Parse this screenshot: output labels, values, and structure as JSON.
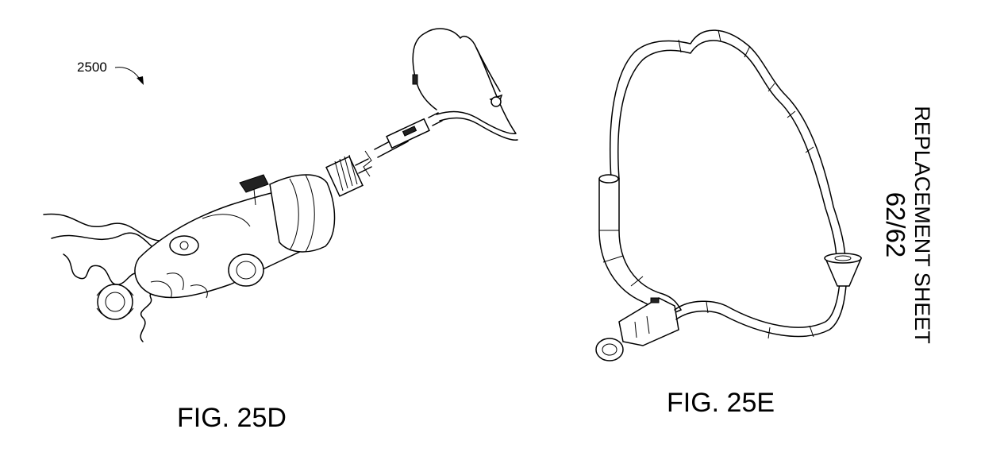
{
  "sheet": {
    "label": "REPLACEMENT SHEET",
    "number": "62/62"
  },
  "figures": [
    {
      "caption": "FIG. 25D",
      "reference_numeral": "2500"
    },
    {
      "caption": "FIG. 25E"
    }
  ]
}
